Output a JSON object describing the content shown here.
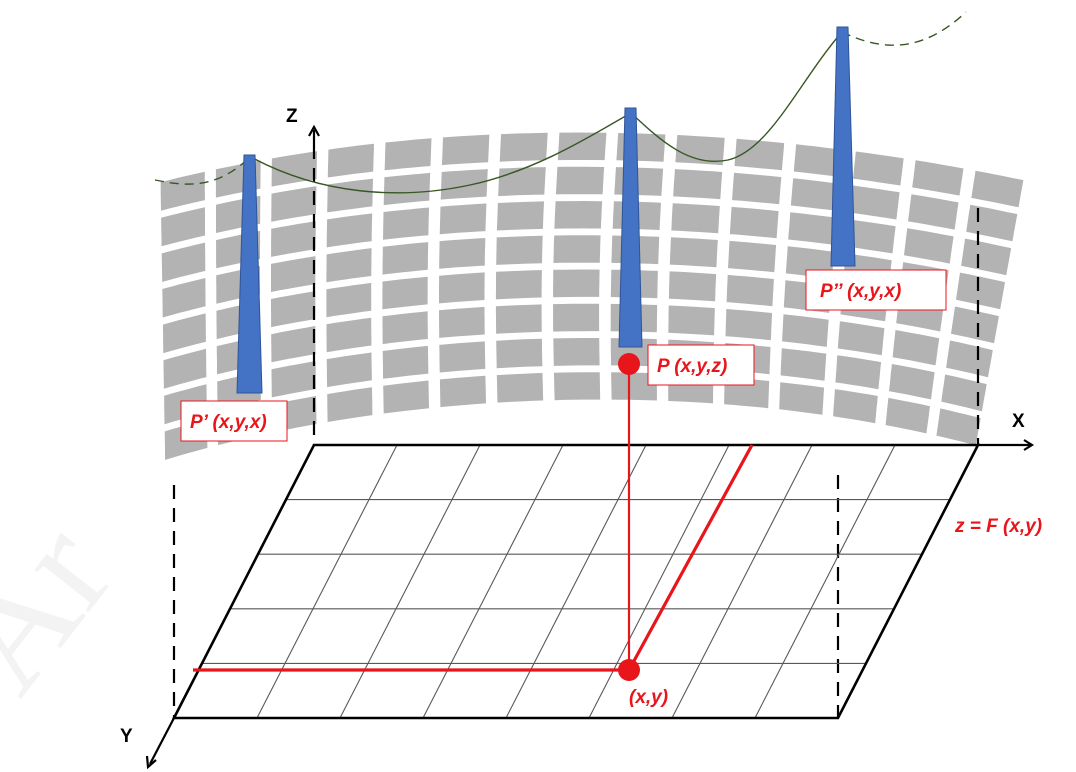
{
  "axes": {
    "x_label": "X",
    "y_label": "Y",
    "z_label": "Z"
  },
  "labels": {
    "point_p": "P (x,y,z)",
    "point_p_prime": "P’ (x,y,x)",
    "point_p_double_prime": "P’’ (x,y,x)",
    "point_xy": "(x,y)",
    "equation": "z = F  (x,y)"
  },
  "watermark": "Ar",
  "colors": {
    "surface": "#b3b3b3",
    "tower": "#4472c4",
    "tower_edge": "#2f5597",
    "highlight": "#e8151b",
    "wire": "#385723",
    "grid": "#595959",
    "axis": "#000000"
  }
}
